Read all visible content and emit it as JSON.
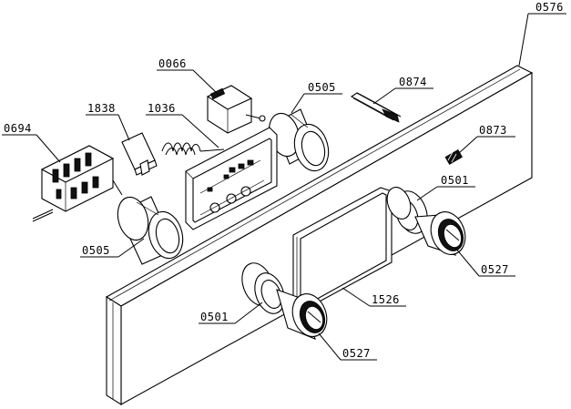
{
  "diagram": {
    "labels": {
      "p0576": "0576",
      "p0066": "0066",
      "p0505_top": "0505",
      "p0874": "0874",
      "p1838": "1838",
      "p1036": "1036",
      "p0694": "0694",
      "p0873": "0873",
      "p0501_right": "0501",
      "p0505_bottom": "0505",
      "p0527_right": "0527",
      "p1526": "1526",
      "p0501_left": "0501",
      "p0527_bottom": "0527"
    }
  }
}
